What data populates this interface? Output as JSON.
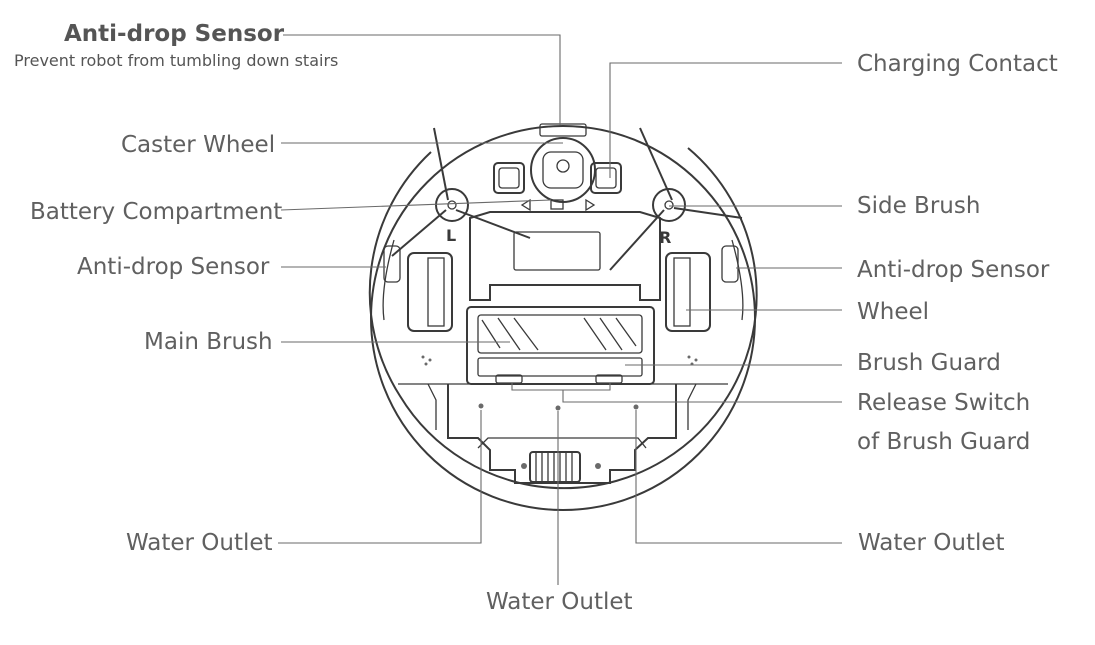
{
  "diagram": {
    "labels": {
      "anti_drop_top": "Anti-drop Sensor",
      "anti_drop_top_sub": "Prevent robot from tumbling down stairs",
      "caster_wheel": "Caster Wheel",
      "battery_compartment": "Battery Compartment",
      "anti_drop_left": "Anti-drop Sensor",
      "main_brush": "Main Brush",
      "water_outlet_left": "Water Outlet",
      "water_outlet_bottom": "Water Outlet",
      "water_outlet_right": "Water Outlet",
      "charging_contact": "Charging Contact",
      "side_brush": "Side Brush",
      "anti_drop_right": "Anti-drop Sensor",
      "wheel": "Wheel",
      "brush_guard": "Brush Guard",
      "release_switch_line1": "Release Switch",
      "release_switch_line2": "of Brush Guard"
    },
    "markers": {
      "left_side": "L",
      "right_side": "R"
    },
    "colors": {
      "label_text": "#606060",
      "line_art": "#3a3a3a",
      "leader_line": "#6a6a6a"
    }
  }
}
